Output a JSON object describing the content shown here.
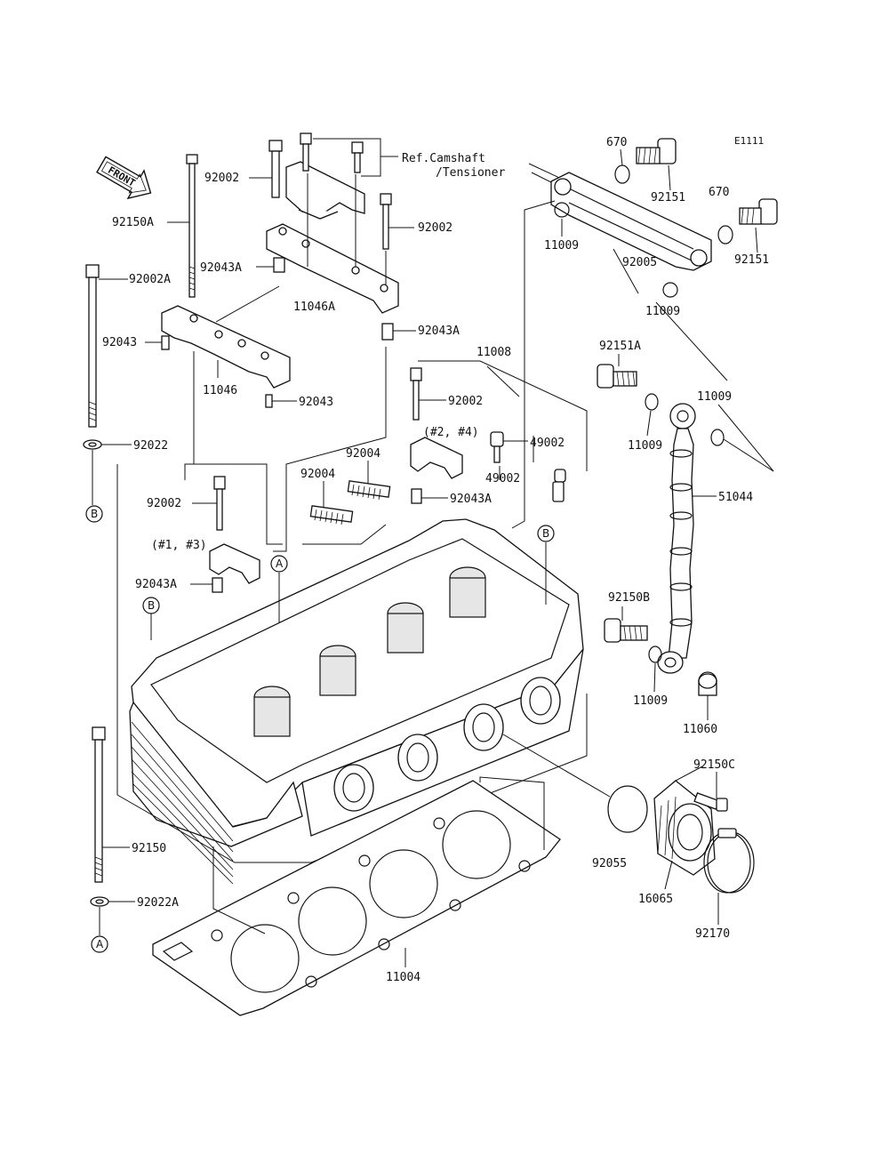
{
  "diagram_code": "E1111",
  "ref_note": {
    "line1": "Ref.Camshaft",
    "line2": "/Tensioner"
  },
  "front_arrow": "FRONT",
  "callouts": {
    "p670a": "670",
    "p670b": "670",
    "p92151a": "92151",
    "p92151b": "92151",
    "p92002_top": "92002",
    "p92002_mid": "92002",
    "p92002_cap": "92002",
    "p92002_lower": "92002",
    "p92150A": "92150A",
    "p92002A": "92002A",
    "p92043A_top": "92043A",
    "p92043A_right": "92043A",
    "p92043A_cap24": "92043A",
    "p92043A_cap13": "92043A",
    "p92043_left": "92043",
    "p92043_bottom": "92043",
    "p11046A": "11046A",
    "p11046": "11046",
    "p92022": "92022",
    "p11009_a": "11009",
    "p11009_b": "11009",
    "p11009_c": "11009",
    "p11009_d": "11009",
    "p11009_e": "11009",
    "p92005": "92005",
    "p11008": "11008",
    "p92151A": "92151A",
    "p49002_a": "49002",
    "p49002_b": "49002",
    "p92004_a": "92004",
    "p92004_b": "92004",
    "p51044": "51044",
    "p92150B": "92150B",
    "p11060": "11060",
    "p92150C": "92150C",
    "p92055": "92055",
    "p16065": "16065",
    "p92170": "92170",
    "p92150": "92150",
    "p92022A": "92022A",
    "p11004": "11004",
    "cyl24": "(#2, #4)",
    "cyl13": "(#1, #3)"
  },
  "ref_markers": {
    "A_head": "A",
    "A_bolt": "A",
    "B_head_left": "B",
    "B_head_right": "B",
    "B_bolt": "B"
  }
}
